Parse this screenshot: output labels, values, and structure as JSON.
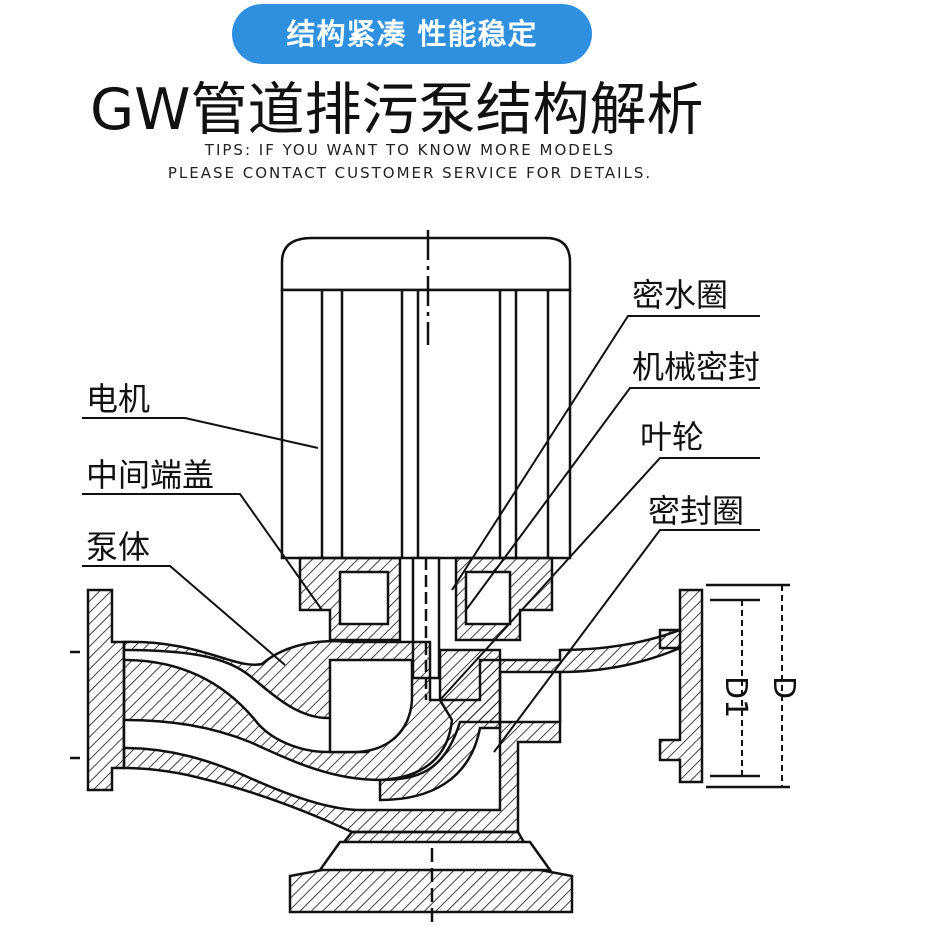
{
  "banner": {
    "text": "结构紧凑  性能稳定"
  },
  "title": "GW管道排污泵结构解析",
  "tips": {
    "line1": "TIPS: IF YOU WANT TO KNOW MORE MODELS",
    "line2": "PLEASE CONTACT CUSTOMER SERVICE FOR DETAILS."
  },
  "labels": {
    "motor": "电机",
    "middle_cover": "中间端盖",
    "pump_body": "泵体",
    "water_seal_ring": "密水圈",
    "mechanical_seal": "机械密封",
    "impeller": "叶轮",
    "seal_ring": "密封圈"
  },
  "dimensions": {
    "d1": "D1",
    "d": "D"
  },
  "colors": {
    "banner": "#2f90e0",
    "line": "#111111",
    "background": "#ffffff"
  }
}
